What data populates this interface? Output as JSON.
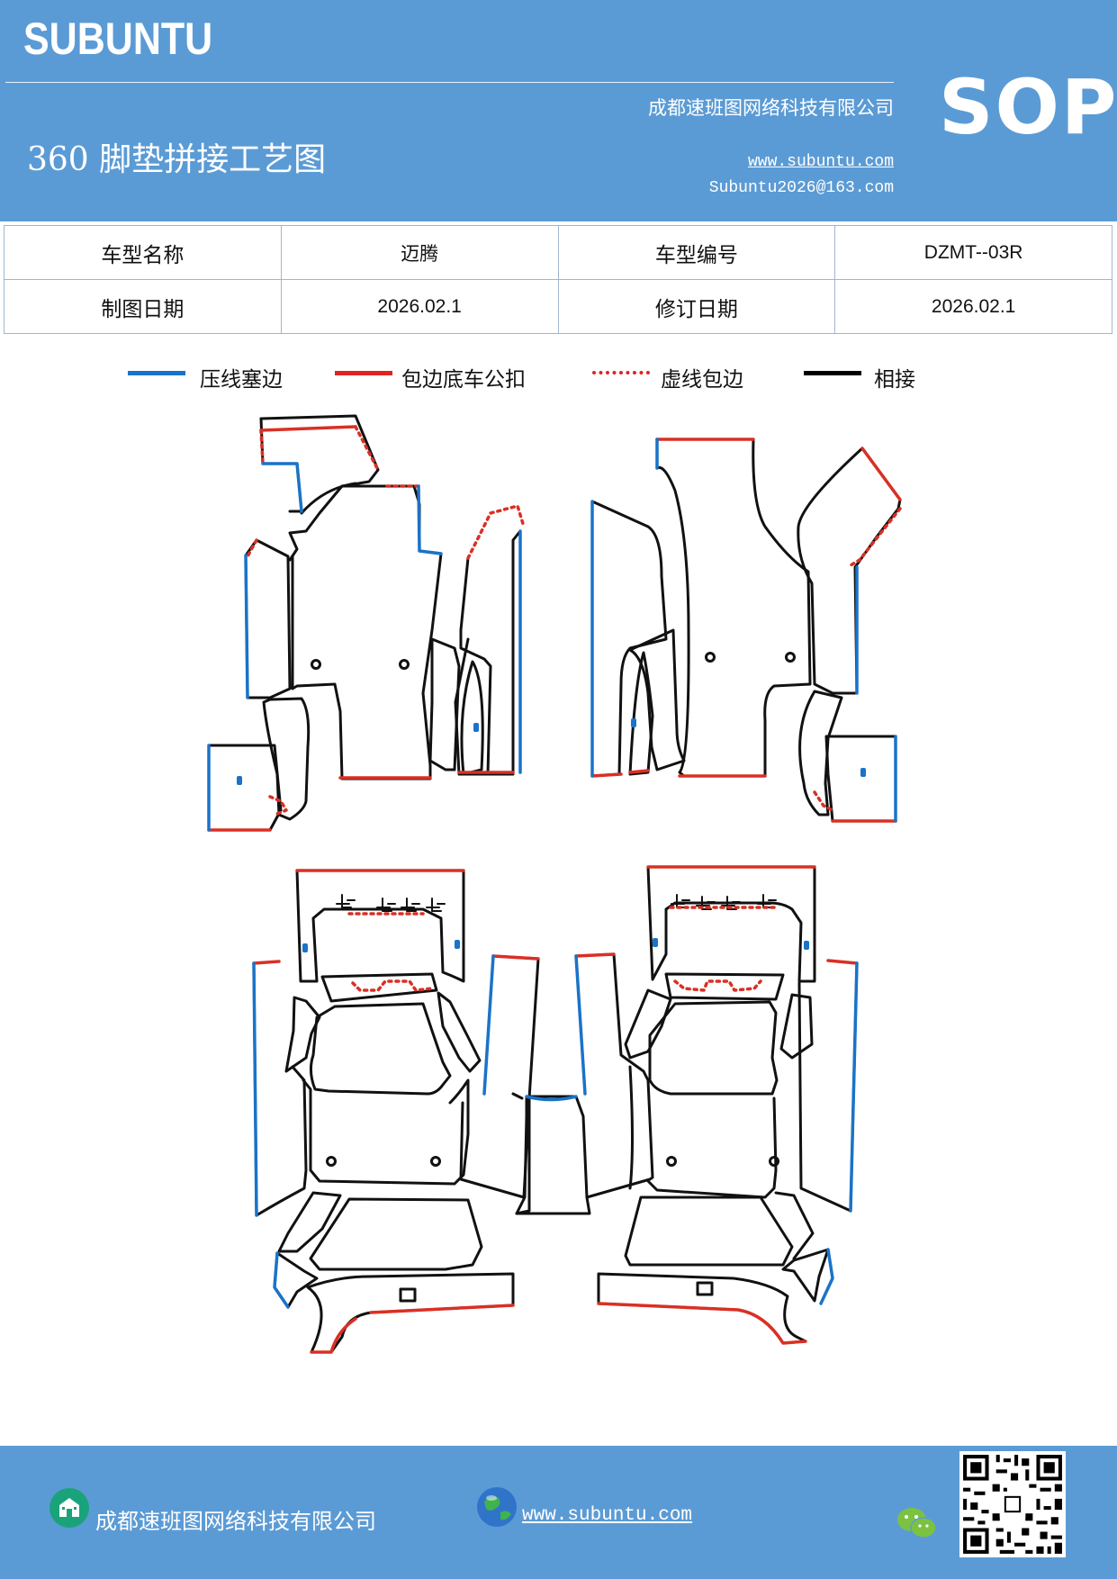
{
  "header": {
    "brand": "SUBUNTU",
    "company": "成都速班图网络科技有限公司",
    "title": "360 脚垫拼接工艺图",
    "website": "www.subuntu.com",
    "email": "Subuntu2026@163.com",
    "badge": "SOP",
    "background_color": "#5b9bd5"
  },
  "info": {
    "rows": [
      {
        "label1": "车型名称",
        "value1": "迈腾",
        "label2": "车型编号",
        "value2": "DZMT--03R"
      },
      {
        "label1": "制图日期",
        "value1": "2026.02.1",
        "label2": "修订日期",
        "value2": "2026.02.1"
      }
    ]
  },
  "legend": [
    {
      "label": "压线塞边",
      "color": "#1a73c8",
      "style": "solid"
    },
    {
      "label": "包边底车公扣",
      "color": "#e02424",
      "style": "solid"
    },
    {
      "label": "虚线包边",
      "color": "#e02424",
      "style": "dotted"
    },
    {
      "label": "相接",
      "color": "#000000",
      "style": "solid"
    }
  ],
  "colors": {
    "blue_edge": "#1a73c8",
    "red_edge": "#d93025",
    "joint": "#111111"
  },
  "footer": {
    "company": "成都速班图网络科技有限公司",
    "website": "www.subuntu.com",
    "icons": [
      "building-icon",
      "globe-icon",
      "wechat-icon",
      "qr-code"
    ]
  }
}
